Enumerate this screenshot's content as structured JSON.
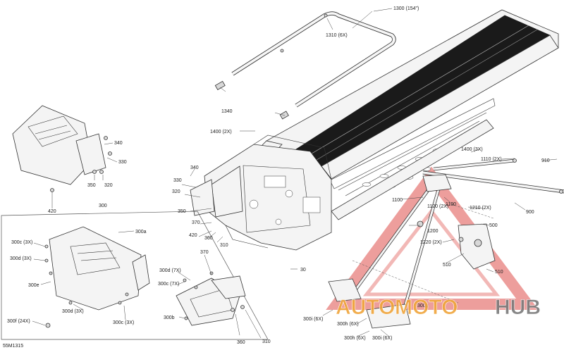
{
  "diagram": {
    "code": "55M1315",
    "labels": [
      {
        "id": "l1300",
        "text": "1300 (154\")"
      },
      {
        "id": "l1310",
        "text": "1310 (6X)"
      },
      {
        "id": "l1340",
        "text": "1340"
      },
      {
        "id": "l1400a",
        "text": "1400 (2X)"
      },
      {
        "id": "l1400b",
        "text": "1400 (3X)"
      },
      {
        "id": "l1110",
        "text": "1110 (2X)"
      },
      {
        "id": "l910",
        "text": "910"
      },
      {
        "id": "l900",
        "text": "900"
      },
      {
        "id": "l1100a",
        "text": "1100"
      },
      {
        "id": "l1100b",
        "text": "1100"
      },
      {
        "id": "l1120",
        "text": "1120 (2X)"
      },
      {
        "id": "l1210",
        "text": "1210 (2X)"
      },
      {
        "id": "l1200",
        "text": "1200"
      },
      {
        "id": "l1220",
        "text": "1220 (2X)"
      },
      {
        "id": "l500",
        "text": "500"
      },
      {
        "id": "l510a",
        "text": "510"
      },
      {
        "id": "l510b",
        "text": "510"
      },
      {
        "id": "l340a",
        "text": "340"
      },
      {
        "id": "l330a",
        "text": "330"
      },
      {
        "id": "l350a",
        "text": "350"
      },
      {
        "id": "l320a",
        "text": "320"
      },
      {
        "id": "l420a",
        "text": "420"
      },
      {
        "id": "l340b",
        "text": "340"
      },
      {
        "id": "l330b",
        "text": "330"
      },
      {
        "id": "l320b",
        "text": "320"
      },
      {
        "id": "l350b",
        "text": "350"
      },
      {
        "id": "l370a",
        "text": "370"
      },
      {
        "id": "l420b",
        "text": "420"
      },
      {
        "id": "l360a",
        "text": "360"
      },
      {
        "id": "l310a",
        "text": "310"
      },
      {
        "id": "l30",
        "text": "30"
      },
      {
        "id": "l300",
        "text": "300"
      },
      {
        "id": "l300a",
        "text": "300a"
      },
      {
        "id": "l300c1",
        "text": "300c (3X)"
      },
      {
        "id": "l300d1",
        "text": "300d (3X)"
      },
      {
        "id": "l300e",
        "text": "300e"
      },
      {
        "id": "l300d2",
        "text": "300d (3X)"
      },
      {
        "id": "l300c2",
        "text": "300c (3X)"
      },
      {
        "id": "l300f",
        "text": "300f (24X)"
      },
      {
        "id": "l370b",
        "text": "370"
      },
      {
        "id": "l300d7",
        "text": "300d (7X)"
      },
      {
        "id": "l300c7",
        "text": "300c (7X)"
      },
      {
        "id": "l300b",
        "text": "300b"
      },
      {
        "id": "l360b",
        "text": "360"
      },
      {
        "id": "l310b",
        "text": "310"
      },
      {
        "id": "l300g",
        "text": "300g"
      },
      {
        "id": "l300i1",
        "text": "300i (6X)"
      },
      {
        "id": "l300h1",
        "text": "300h (6X)"
      },
      {
        "id": "l300h2",
        "text": "300h (6X)"
      },
      {
        "id": "l300i2",
        "text": "300i (6X)"
      }
    ]
  },
  "watermark": {
    "brand_part1": "AUTO",
    "brand_part2": "MOTO",
    "brand_part3": "HUB",
    "color_red": "#d9302a",
    "color_orange": "#f0a53a",
    "color_gray": "#7a7a7a"
  }
}
